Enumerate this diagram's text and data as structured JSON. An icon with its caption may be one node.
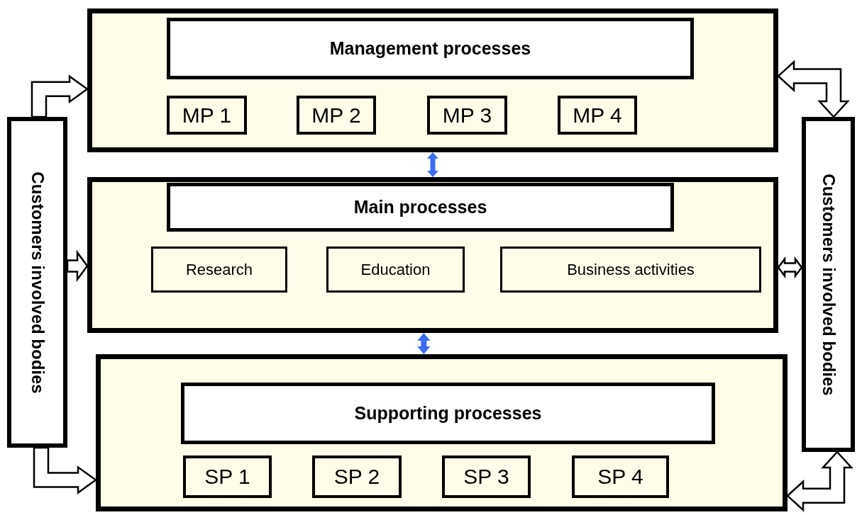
{
  "diagram": {
    "nodes": [
      {
        "text": [
          "Customers involved bodies"
        ]
      },
      {
        "text": [
          "Customers involved bodies"
        ]
      },
      {
        "text": [],
        "shape": "box"
      },
      {
        "text": [
          "Management processes"
        ],
        "in": 2
      },
      {
        "text": [
          "MP 1"
        ],
        "in": 2
      },
      {
        "text": [
          "MP 2"
        ],
        "in": 2
      },
      {
        "text": [
          "MP 3"
        ],
        "in": 2
      },
      {
        "text": [
          "MP 4"
        ],
        "in": 2
      },
      {
        "text": [],
        "shape": "box"
      },
      {
        "text": [
          "Main processes"
        ],
        "in": 8
      },
      {
        "text": [
          "Research"
        ],
        "in": 8
      },
      {
        "text": [
          "Education"
        ],
        "in": 8
      },
      {
        "text": [
          "Business activities"
        ],
        "in": 8
      },
      {
        "text": [],
        "shape": "box"
      },
      {
        "text": [
          "Supporting processes"
        ],
        "in": 13
      },
      {
        "text": [
          "SP 1"
        ],
        "in": 13
      },
      {
        "text": [
          "SP 2"
        ],
        "in": 13
      },
      {
        "text": [
          "SP 3"
        ],
        "in": 13
      },
      {
        "text": [
          "SP 4"
        ],
        "in": 13
      }
    ],
    "edges": [
      {
        "from": 0,
        "to": 2,
        "arrow": "to"
      },
      {
        "from": 0,
        "to": 8,
        "arrow": "to"
      },
      {
        "from": 0,
        "to": 13,
        "arrow": "to"
      },
      {
        "from": 1,
        "to": 2,
        "arrow": "both"
      },
      {
        "from": 1,
        "to": 8,
        "arrow": "both"
      },
      {
        "from": 1,
        "to": 13,
        "arrow": "both"
      },
      {
        "from": 2,
        "to": 8,
        "arrow": "both",
        "color": "#3a6cf4"
      },
      {
        "from": 8,
        "to": 13,
        "arrow": "both",
        "color": "#3a6cf4"
      }
    ]
  }
}
